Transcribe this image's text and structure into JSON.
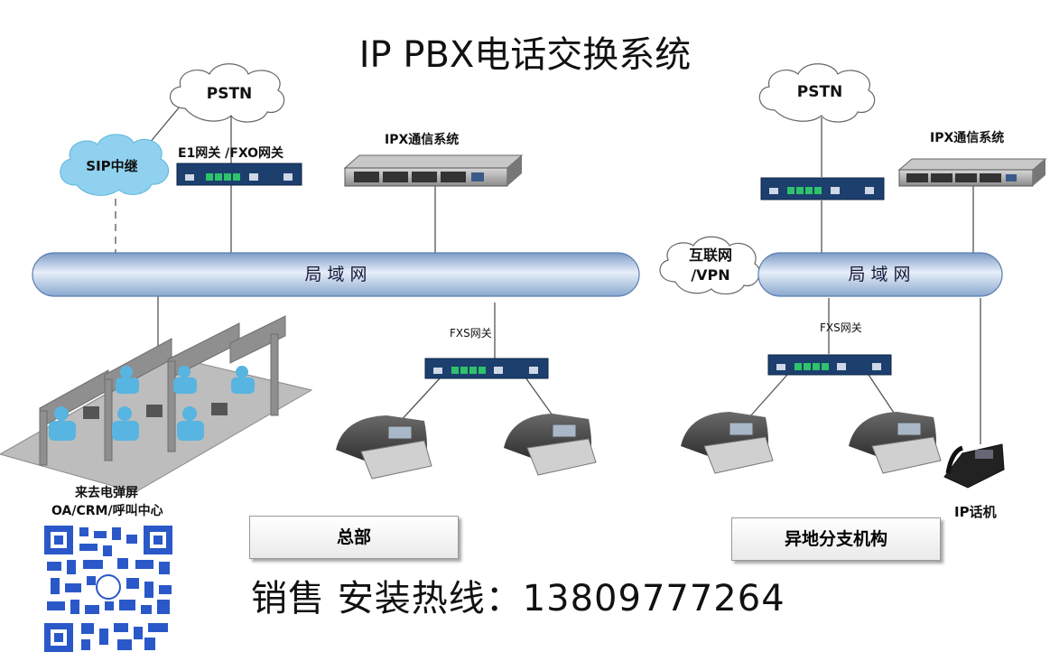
{
  "title": "IP PBX电话交换系统",
  "hq": {
    "pstn": "PSTN",
    "sip": "SIP中继",
    "gateway": "E1网关  /FXO网关",
    "ipx": "IPX通信系统",
    "lan": "局 域 网",
    "fxs": "FXS网关",
    "box": "总部",
    "callcenter_line1": "来去电弹屏",
    "callcenter_line2": "OA/CRM/呼叫中心"
  },
  "internet": {
    "line1": "互联网",
    "line2": "/VPN"
  },
  "branch": {
    "pstn": "PSTN",
    "ipx": "IPX通信系统",
    "lan": "局 域 网",
    "fxs": "FXS网关",
    "ipphone": "IP话机",
    "box": "异地分支机构"
  },
  "hotline": "销售  安装热线：13809777264",
  "colors": {
    "lan": "#aac4e4",
    "cloud_sip": "#8fd1ee",
    "gateway": "#1c3f6e",
    "port": "#2ec26a"
  }
}
